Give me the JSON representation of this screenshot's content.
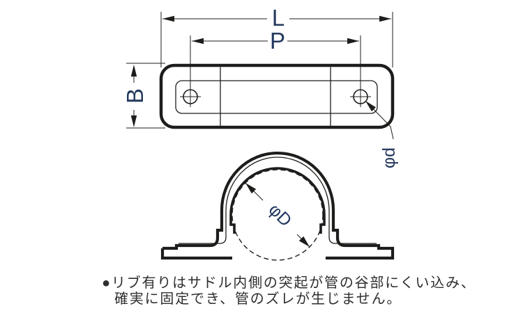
{
  "labels": {
    "length": "L",
    "pitch": "P",
    "width": "B",
    "hole_dia": "φd",
    "pipe_dia": "φD"
  },
  "note": {
    "line1": "●リブ有りはサドル内側の突起が管の谷部にくい込み、",
    "line2": "確実に固定でき、管のズレが生じません。"
  },
  "colors": {
    "line": "#1d1d1b",
    "dim_label": "#24395e",
    "note_text": "#2e2e2e",
    "background": "#ffffff"
  }
}
